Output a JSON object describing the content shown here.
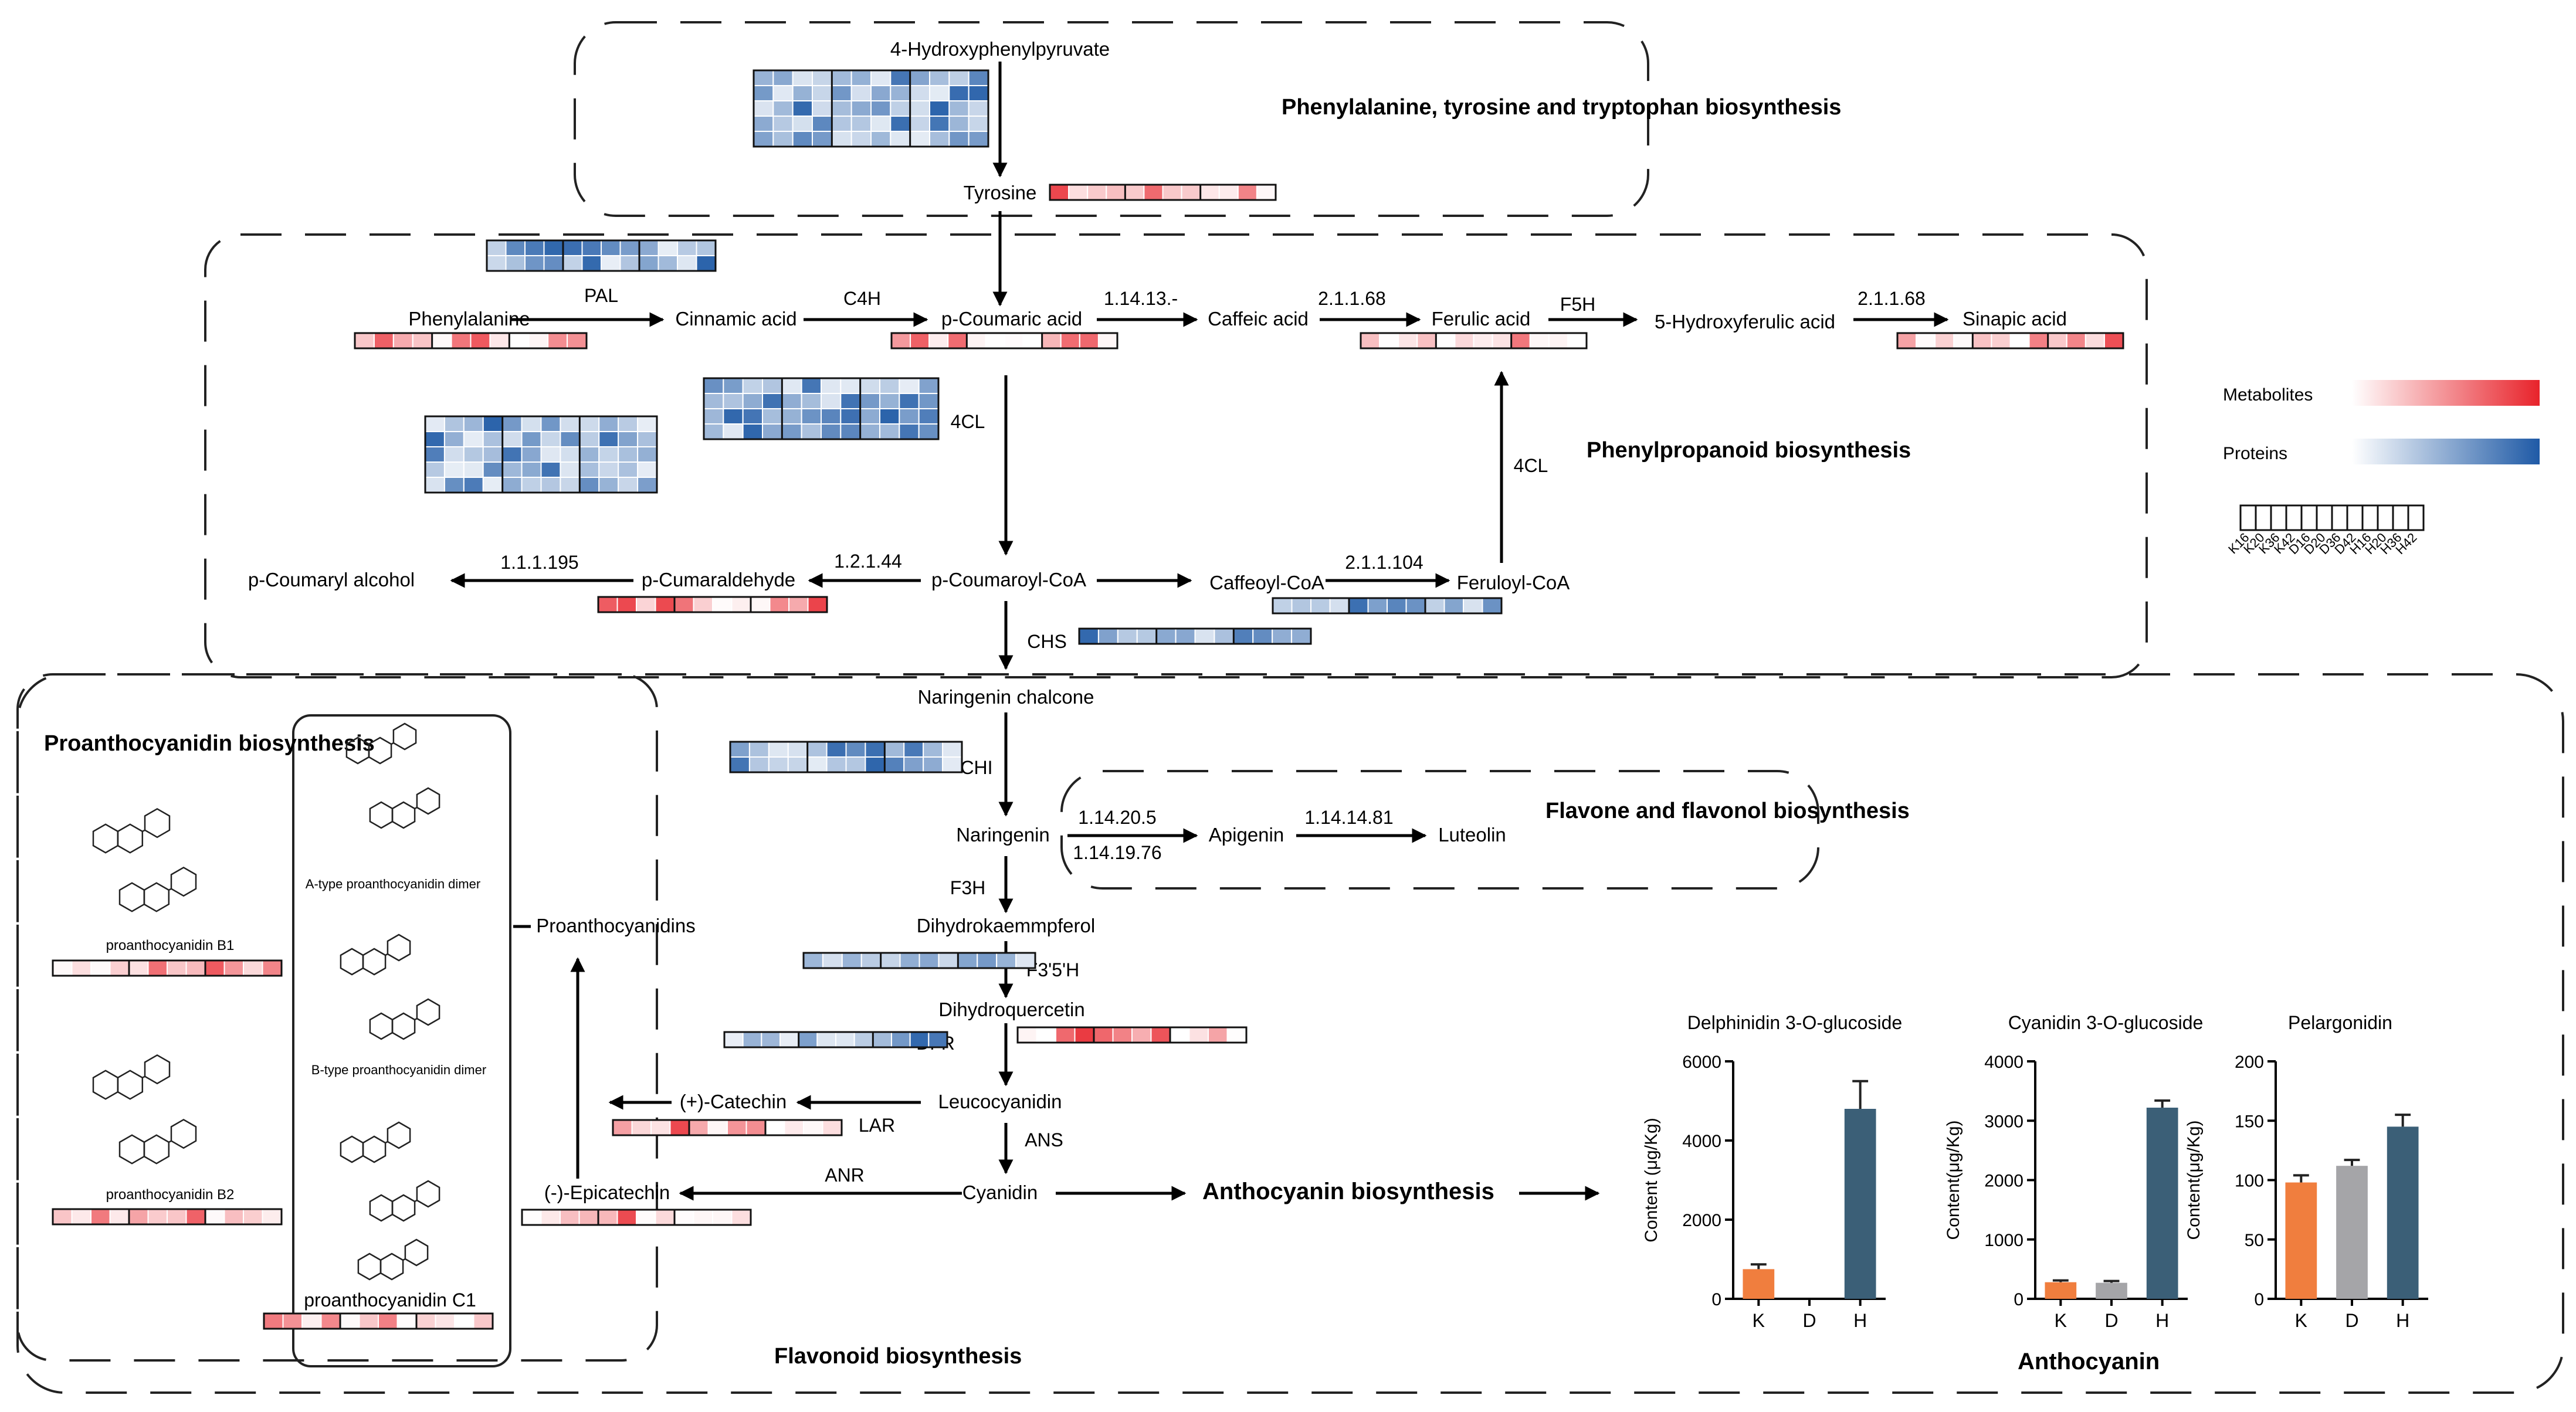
{
  "legend": {
    "metabolites_label": "Metabolites",
    "proteins_label": "Proteins",
    "samples": [
      "K16",
      "K20",
      "K36",
      "K42",
      "D16",
      "D20",
      "D36",
      "D42",
      "H16",
      "H20",
      "H36",
      "H42"
    ],
    "metabolite_gradient": [
      "#ffffff",
      "#e8232b"
    ],
    "protein_gradient": [
      "#ffffff",
      "#1f5aa6"
    ]
  },
  "regions": {
    "phe_tyr_trp": "Phenylalanine, tyrosine and tryptophan biosynthesis",
    "phenylpropanoid": "Phenylpropanoid biosynthesis",
    "flavonoid": "Flavonoid biosynthesis",
    "flavone_flavonol": "Flavone and flavonol biosynthesis",
    "proanthocyanidin": "Proanthocyanidin biosynthesis",
    "anthocyanin": "Anthocyanin biosynthesis",
    "anthocyanin_charts_title": "Anthocyanin"
  },
  "metabolites": {
    "hydroxyphenylpyruvate": "4-Hydroxyphenylpyruvate",
    "tyrosine": "Tyrosine",
    "phenylalanine": "Phenylalanine",
    "cinnamic_acid": "Cinnamic acid",
    "p_coumaric_acid": "p-Coumaric acid",
    "caffeic_acid": "Caffeic acid",
    "ferulic_acid": "Ferulic acid",
    "hydroxyferulic_acid": "5-Hydroxyferulic acid",
    "sinapic_acid": "Sinapic acid",
    "p_coumaryl_alcohol": "p-Coumaryl alcohol",
    "p_cumaraldehyde": "p-Cumaraldehyde",
    "p_coumaroyl_coa": "p-Coumaroyl-CoA",
    "caffeoyl_coa": "Caffeoyl-CoA",
    "feruloyl_coa": "Feruloyl-CoA",
    "naringenin_chalcone": "Naringenin chalcone",
    "naringenin": "Naringenin",
    "apigenin": "Apigenin",
    "luteolin": "Luteolin",
    "dihydrokaempferol": "Dihydrokaemmpferol",
    "dihydroquercetin": "Dihydroquercetin",
    "leucocyanidin": "Leucocyanidin",
    "catechin": "(+)-Catechin",
    "epicatechin": "(-)-Epicatechin",
    "cyanidin": "Cyanidin",
    "proanthocyanidins": "Proanthocyanidins"
  },
  "enzymes": {
    "pal": "PAL",
    "c4h": "C4H",
    "ec_1_14_13": "1.14.13.-",
    "ec_2_1_1_68_a": "2.1.1.68",
    "f5h": "F5H",
    "ec_2_1_1_68_b": "2.1.1.68",
    "fourcl_a": "4CL",
    "fourcl_b": "4CL",
    "ec_1_1_1_195": "1.1.1.195",
    "ec_1_2_1_44": "1.2.1.44",
    "ec_2_1_1_104": "2.1.1.104",
    "chs": "CHS",
    "chi": "CHI",
    "ec_1_14_20_5": "1.14.20.5",
    "ec_1_14_19_76": "1.14.19.76",
    "ec_1_14_14_81": "1.14.14.81",
    "f3h": "F3H",
    "f35h": "F3'5'H",
    "dfr": "DFR",
    "lar": "LAR",
    "ans": "ANS",
    "anr": "ANR"
  },
  "structures": {
    "a_type_dimer": "A-type proanthocyanidin dimer",
    "b_type_dimer": "B-type proanthocyanidin dimer",
    "b1": "proanthocyanidin B1",
    "b2": "proanthocyanidin B2",
    "c1": "proanthocyanidin C1"
  },
  "chart_data": [
    {
      "type": "bar",
      "title": "Delphinidin 3-O-glucoside",
      "ylabel": "Content (μg/Kg)",
      "categories": [
        "K",
        "D",
        "H"
      ],
      "values": [
        750,
        0,
        4800
      ],
      "errors": [
        120,
        0,
        700
      ],
      "ylim": [
        0,
        6000
      ],
      "yticks": [
        0,
        2000,
        4000,
        6000
      ],
      "colors": [
        "#f07e3e",
        "#a5a5a8",
        "#3b5f77"
      ]
    },
    {
      "type": "bar",
      "title": "Cyanidin 3-O-glucoside",
      "ylabel": "Content(μg/Kg)",
      "categories": [
        "K",
        "D",
        "H"
      ],
      "values": [
        280,
        270,
        3220
      ],
      "errors": [
        30,
        30,
        120
      ],
      "ylim": [
        0,
        4000
      ],
      "yticks": [
        0,
        1000,
        2000,
        3000,
        4000
      ],
      "colors": [
        "#f07e3e",
        "#a5a5a8",
        "#3b5f77"
      ]
    },
    {
      "type": "bar",
      "title": "Pelargonidin",
      "ylabel": "Content(μg/Kg)",
      "categories": [
        "K",
        "D",
        "H"
      ],
      "values": [
        98,
        112,
        145
      ],
      "errors": [
        6,
        5,
        10
      ],
      "ylim": [
        0,
        200
      ],
      "yticks": [
        0,
        50,
        100,
        150,
        200
      ],
      "colors": [
        "#f07e3e",
        "#a5a5a8",
        "#3b5f77"
      ]
    }
  ]
}
